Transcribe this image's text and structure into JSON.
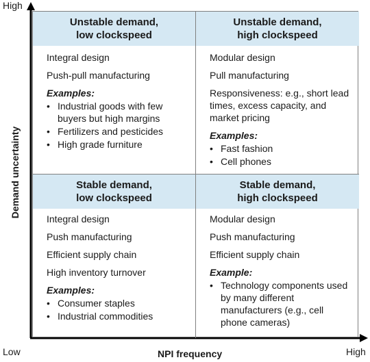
{
  "axes": {
    "y_title": "Demand uncertainty",
    "y_high": "High",
    "x_title": "NPI frequency",
    "x_low": "Low",
    "x_high": "High"
  },
  "quadrants": {
    "top_left": {
      "header": [
        "Unstable demand,",
        "low clockspeed"
      ],
      "features": [
        "Integral design",
        "Push-pull manufacturing"
      ],
      "examples_title": "Examples:",
      "examples": [
        "Industrial goods with few buyers but high margins",
        "Fertilizers and pesticides",
        "High grade furniture"
      ]
    },
    "top_right": {
      "header": [
        "Unstable demand,",
        "high clockspeed"
      ],
      "features": [
        "Modular design",
        "Pull manufacturing",
        "Responsiveness: e.g., short lead times, excess capacity, and market pricing"
      ],
      "examples_title": "Examples:",
      "examples": [
        "Fast fashion",
        "Cell phones"
      ]
    },
    "bottom_left": {
      "header": [
        "Stable demand,",
        "low clockspeed"
      ],
      "features": [
        "Integral design",
        "Push manufacturing",
        "Efficient supply chain",
        "High inventory turnover"
      ],
      "examples_title": "Examples:",
      "examples": [
        "Consumer staples",
        "Industrial commodities"
      ]
    },
    "bottom_right": {
      "header": [
        "Stable demand,",
        "high clockspeed"
      ],
      "features": [
        "Modular design",
        "Push manufacturing",
        "Efficient supply chain"
      ],
      "examples_title": "Example:",
      "examples": [
        "Technology components used by many different manufacturers (e.g., cell phone cameras)"
      ]
    }
  },
  "colors": {
    "header_fill": "#d5e8f3",
    "grid_line": "#7f7f7f",
    "axis_line": "#000000"
  }
}
